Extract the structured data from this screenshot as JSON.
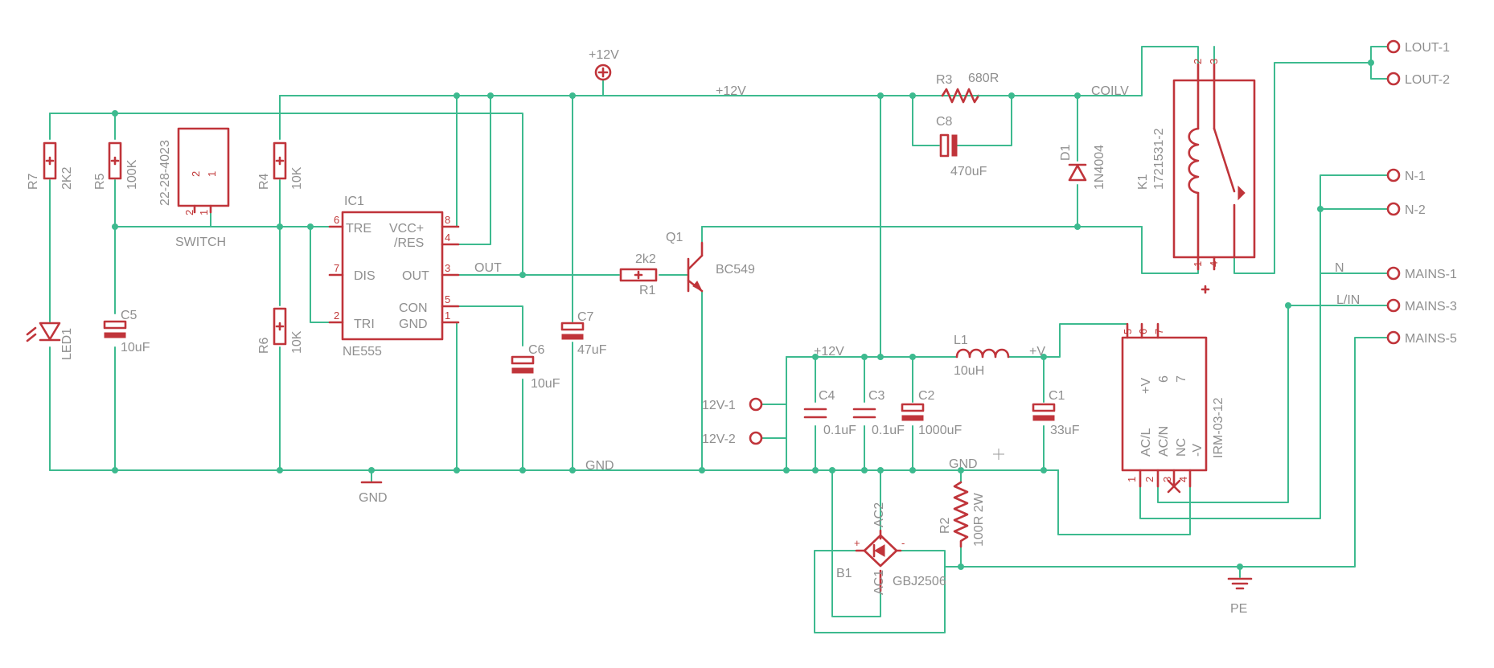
{
  "schematic": {
    "parts": {
      "R7": {
        "ref": "R7",
        "value": "2K2"
      },
      "R5": {
        "ref": "R5",
        "value": "100K"
      },
      "R4": {
        "ref": "R4",
        "value": "10K"
      },
      "R6": {
        "ref": "R6",
        "value": "10K"
      },
      "R1": {
        "ref": "R1",
        "value": "2k2"
      },
      "R3": {
        "ref": "R3",
        "value": "680R"
      },
      "R2": {
        "ref": "R2",
        "value": "100R 2W"
      },
      "SW": {
        "ref": "SWITCH",
        "value": "22-28-4023"
      },
      "LED1": {
        "ref": "LED1"
      },
      "C5": {
        "ref": "C5",
        "value": "10uF"
      },
      "C6": {
        "ref": "C6",
        "value": "10uF"
      },
      "C7": {
        "ref": "C7",
        "value": "47uF"
      },
      "C8": {
        "ref": "C8",
        "value": "470uF"
      },
      "C4": {
        "ref": "C4",
        "value": "0.1uF"
      },
      "C3": {
        "ref": "C3",
        "value": "0.1uF"
      },
      "C2": {
        "ref": "C2",
        "value": "1000uF"
      },
      "C1": {
        "ref": "C1",
        "value": "33uF"
      },
      "IC1": {
        "ref": "IC1",
        "value": "NE555",
        "pins_left": [
          "TRE",
          "DIS",
          "TRI"
        ],
        "pins_right": [
          "VCC+",
          "/RES",
          "OUT",
          "CON",
          "GND"
        ]
      },
      "Q1": {
        "ref": "Q1",
        "value": "BC549"
      },
      "D1": {
        "ref": "D1",
        "value": "1N4004"
      },
      "K1": {
        "ref": "K1",
        "value": "1721531-2"
      },
      "L1": {
        "ref": "L1",
        "value": "10uH"
      },
      "B1": {
        "ref": "B1",
        "value": "GBJ2506"
      },
      "PSU": {
        "value": "IRM-03-12",
        "pins": [
          "+V",
          "AC/L",
          "AC/N",
          "NC",
          "-V"
        ]
      }
    },
    "pin_numbers": {
      "ic1": [
        "6",
        "7",
        "2",
        "8",
        "4",
        "3",
        "5",
        "1"
      ],
      "sw": [
        "2",
        "1",
        "2",
        "1"
      ],
      "k1": [
        "2",
        "3",
        "1",
        "4"
      ],
      "psu_top": [
        "5",
        "6",
        "7"
      ],
      "psu_inner": [
        "6",
        "7"
      ],
      "psu_bottom": [
        "1",
        "2",
        "3",
        "4"
      ]
    },
    "nets": {
      "vcc_symbol": "+12V",
      "vcc_main": "+12V",
      "vcc_filter": "+12V",
      "out": "OUT",
      "gnd_symbol": "GND",
      "gnd_main": "GND",
      "gnd_right": "GND",
      "coil": "COILV",
      "plus_v": "+V",
      "pe": "PE",
      "n_wire": "N",
      "l_wire": "L/IN"
    },
    "connectors": {
      "lout1": "LOUT-1",
      "lout2": "LOUT-2",
      "n1": "N-1",
      "n2": "N-2",
      "mains1": "MAINS-1",
      "mains3": "MAINS-3",
      "mains5": "MAINS-5",
      "v12_1": "12V-1",
      "v12_2": "12V-2"
    },
    "bridge_pins": {
      "ac1": "AC1",
      "ac2": "AC2",
      "plus": "+",
      "minus": "-"
    }
  },
  "colors": {
    "wire": "#3dba8f",
    "symbol": "#c0343a",
    "label": "#8f8f8f",
    "background": "#ffffff"
  }
}
